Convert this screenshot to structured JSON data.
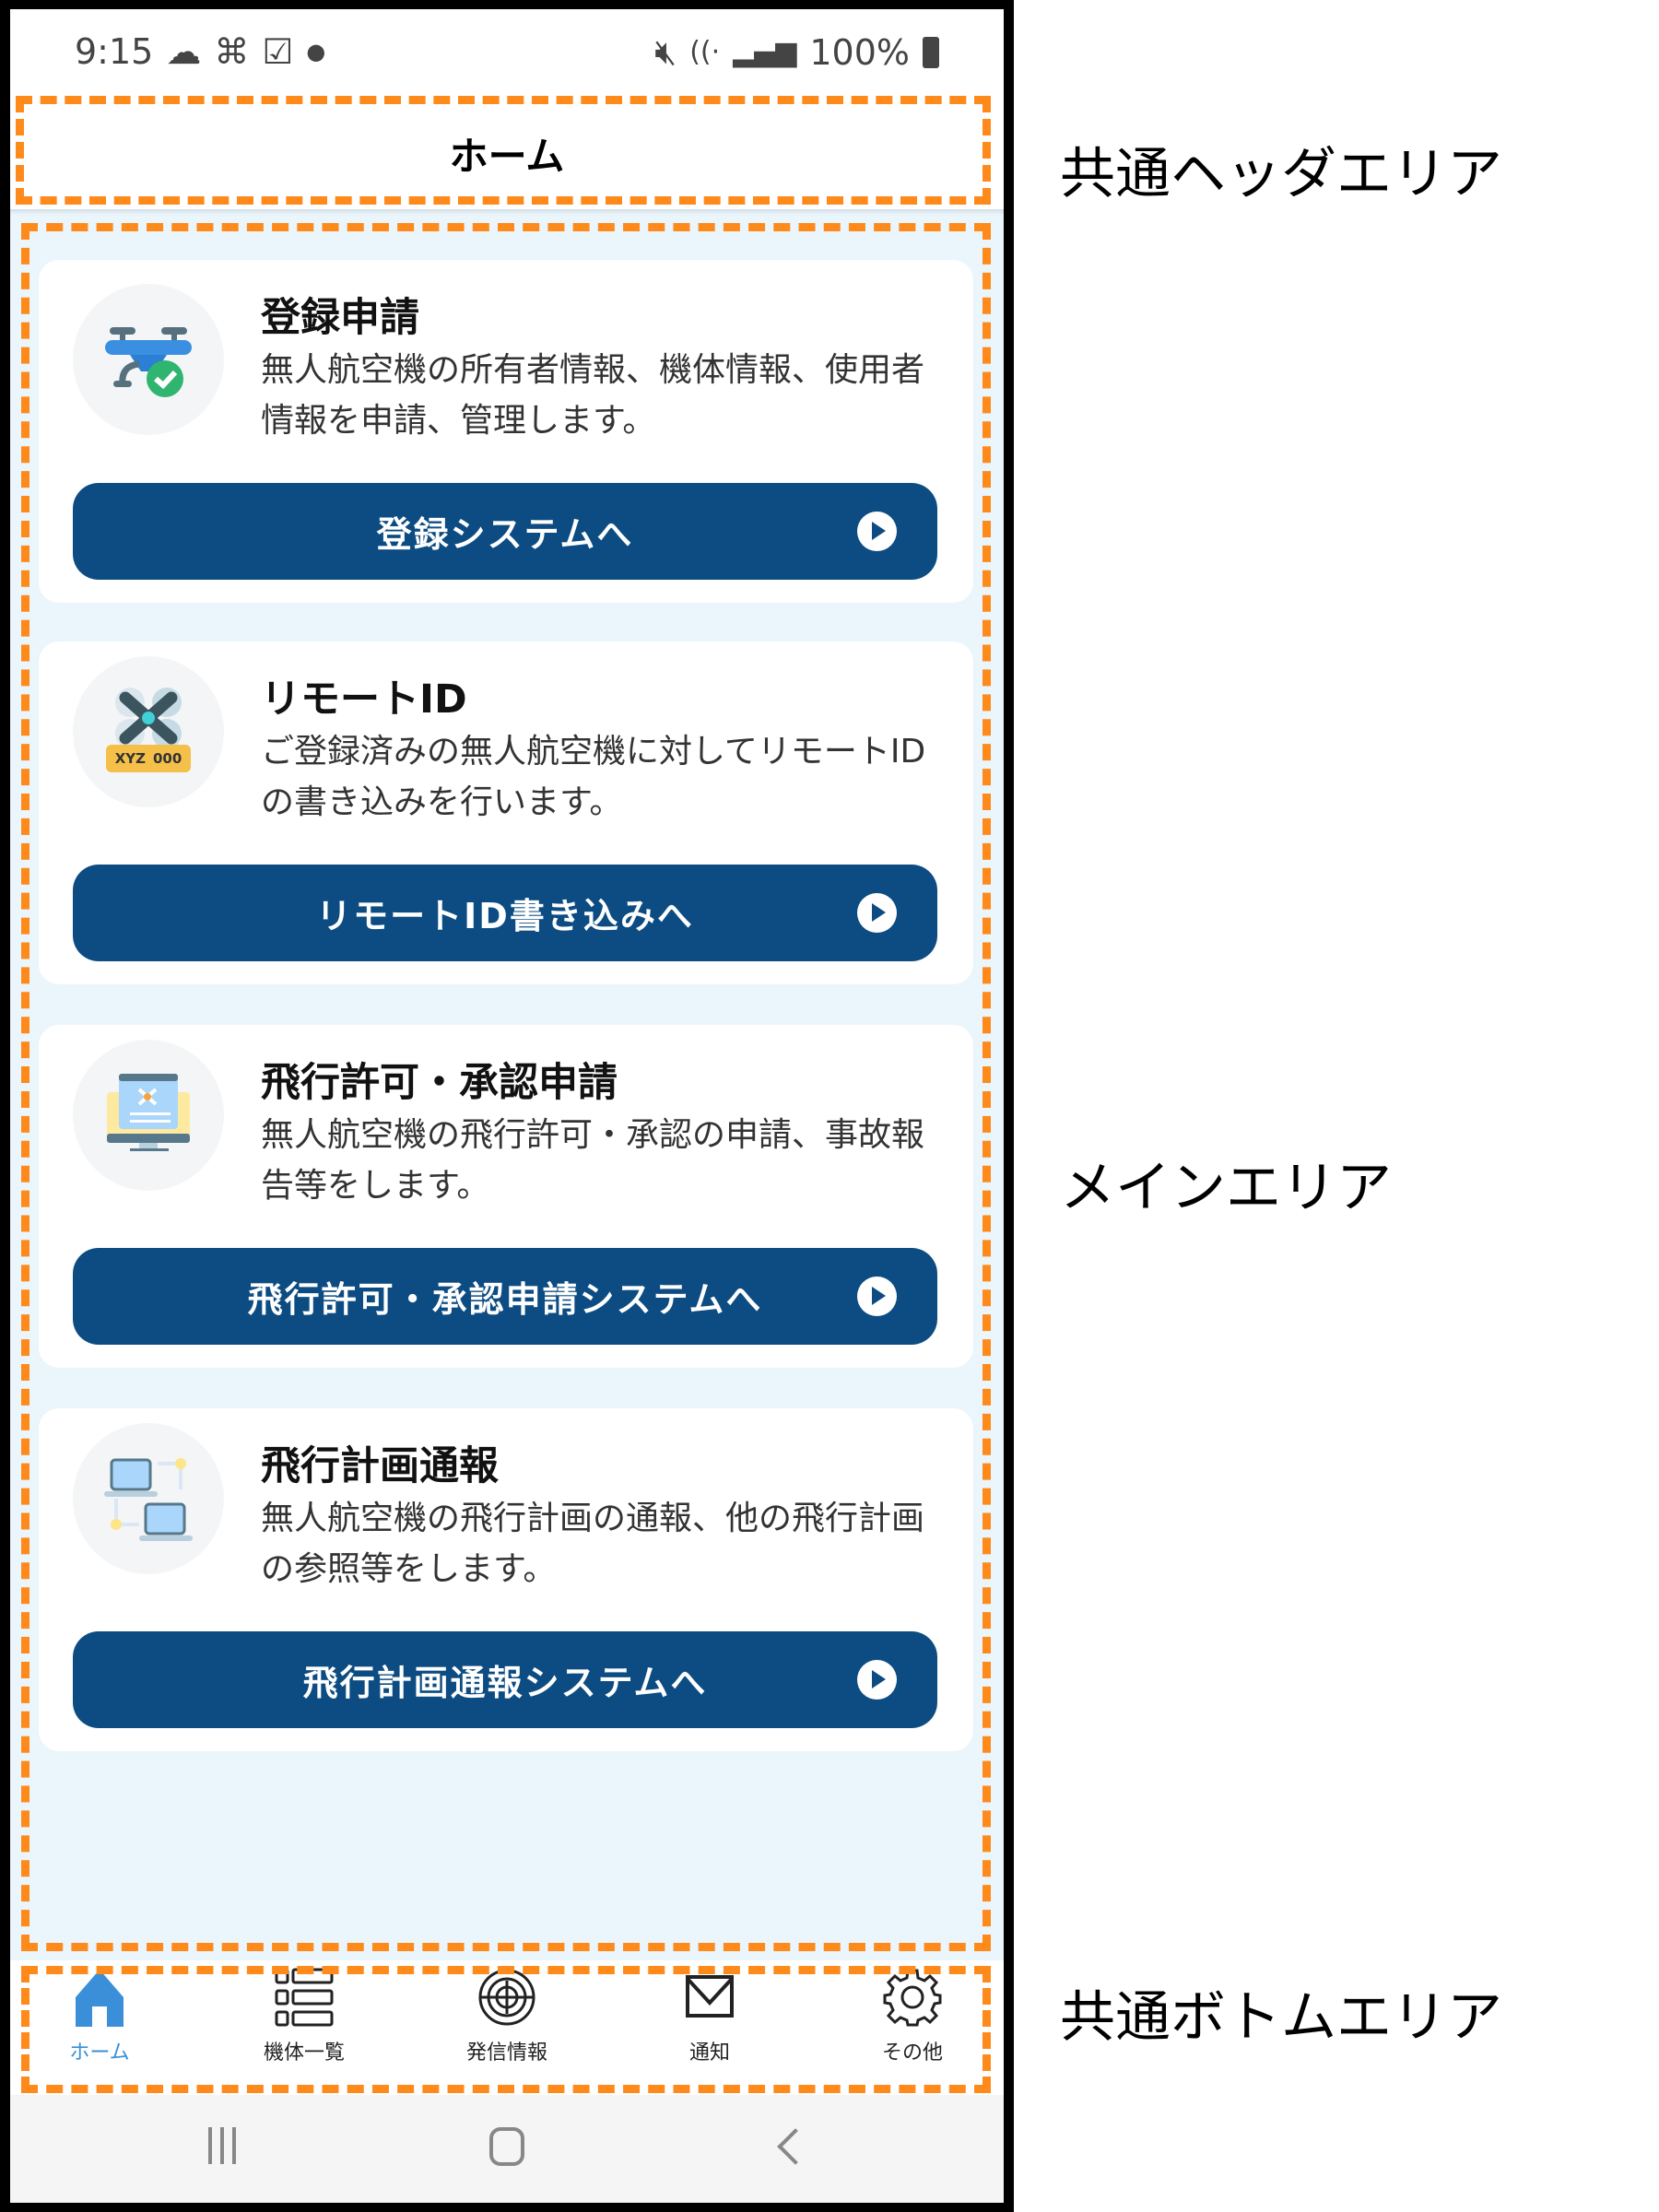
{
  "status_bar": {
    "time": "9:15",
    "battery": "100%"
  },
  "header": {
    "title": "ホーム"
  },
  "cards": [
    {
      "title": "登録申請",
      "desc": "無人航空機の所有者情報、機体情報、使用者情報を申請、管理します。",
      "button": "登録システムへ",
      "icon": "drone-check-icon"
    },
    {
      "title": "リモートID",
      "desc": "ご登録済みの無人航空機に対してリモートIDの書き込みを行います。",
      "button": "リモートID書き込みへ",
      "icon": "drone-plate-icon",
      "plate_left": "XYZ",
      "plate_right": "000"
    },
    {
      "title": "飛行許可・承認申請",
      "desc": "無人航空機の飛行許可・承認の申請、事故報告等をします。",
      "button": "飛行許可・承認申請システムへ",
      "icon": "monitor-drone-icon"
    },
    {
      "title": "飛行計画通報",
      "desc": "無人航空機の飛行計画の通報、他の飛行計画の参照等をします。",
      "button": "飛行計画通報システムへ",
      "icon": "laptops-network-icon"
    }
  ],
  "bottom_nav": [
    {
      "label": "ホーム",
      "icon": "home-icon",
      "active": true
    },
    {
      "label": "機体一覧",
      "icon": "list-icon"
    },
    {
      "label": "発信情報",
      "icon": "radar-icon"
    },
    {
      "label": "通知",
      "icon": "mail-icon"
    },
    {
      "label": "その他",
      "icon": "gear-icon"
    }
  ],
  "annotations": {
    "header": "共通ヘッダエリア",
    "main": "メインエリア",
    "bottom": "共通ボトムエリア"
  },
  "colors": {
    "accent": "#0d4c82",
    "active": "#3a8fd8",
    "highlight": "#ff8a1c",
    "main_bg": "#eaf5fc"
  }
}
